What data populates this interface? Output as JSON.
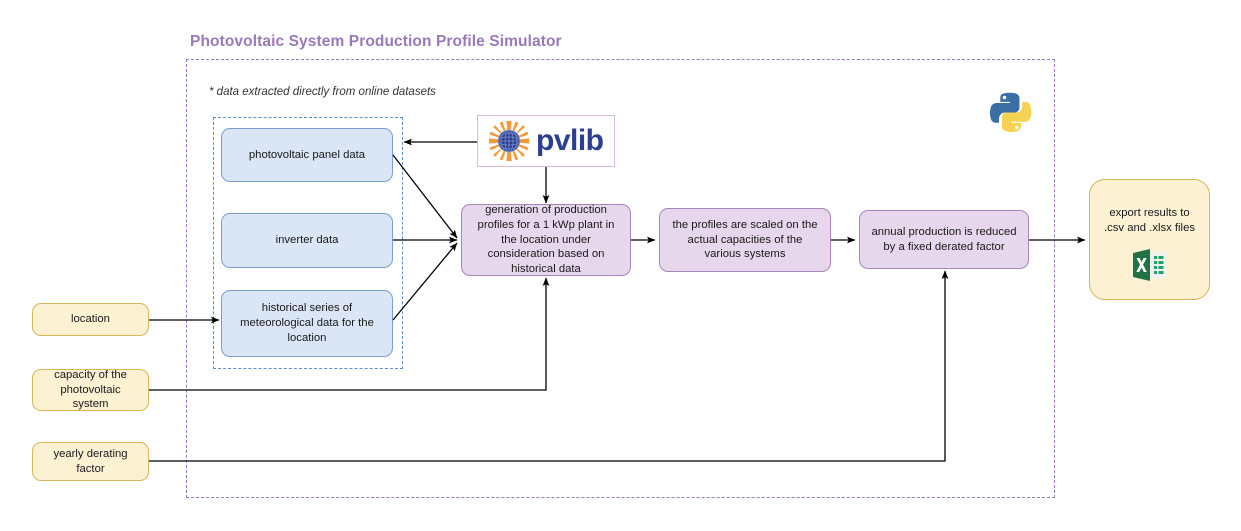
{
  "title": "Photovoltaic System Production Profile Simulator",
  "footnote": "* data extracted directly from online datasets",
  "colors": {
    "title": "#9b78b8",
    "outer_border": "#9b78b8",
    "inner_border": "#5b8fd0",
    "blue_fill": "#dae5f5",
    "blue_border": "#7a9fce",
    "purple_fill": "#e6d7ec",
    "purple_border": "#a887b8",
    "yellow_fill": "#fdf1d4",
    "yellow_border": "#d6b656",
    "arrow": "#000000",
    "excel_green": "#217346",
    "python_blue": "#3a6fa5",
    "python_yellow": "#f5d253",
    "pvlib_text": "#2a3f8f",
    "pvlib_sun": "#f79a33"
  },
  "data_sources": {
    "panel": "photovoltaic panel data",
    "inverter": "inverter data",
    "meteo": "historical series of meteorological data for the location"
  },
  "process": {
    "generation": "generation of production profiles for a 1 kWp plant in the location under consideration based on historical data",
    "scaling": "the profiles are scaled on the actual capacities of the various systems",
    "derating": "annual production is reduced by a fixed derated factor"
  },
  "inputs": {
    "location": "location",
    "capacity": "capacity of the photovoltaic system",
    "derating_factor": "yearly derating factor"
  },
  "output": {
    "export": "export results to .csv and .xlsx files"
  },
  "logos": {
    "pvlib": "pvlib",
    "python": "python-logo",
    "excel": "excel-icon"
  }
}
